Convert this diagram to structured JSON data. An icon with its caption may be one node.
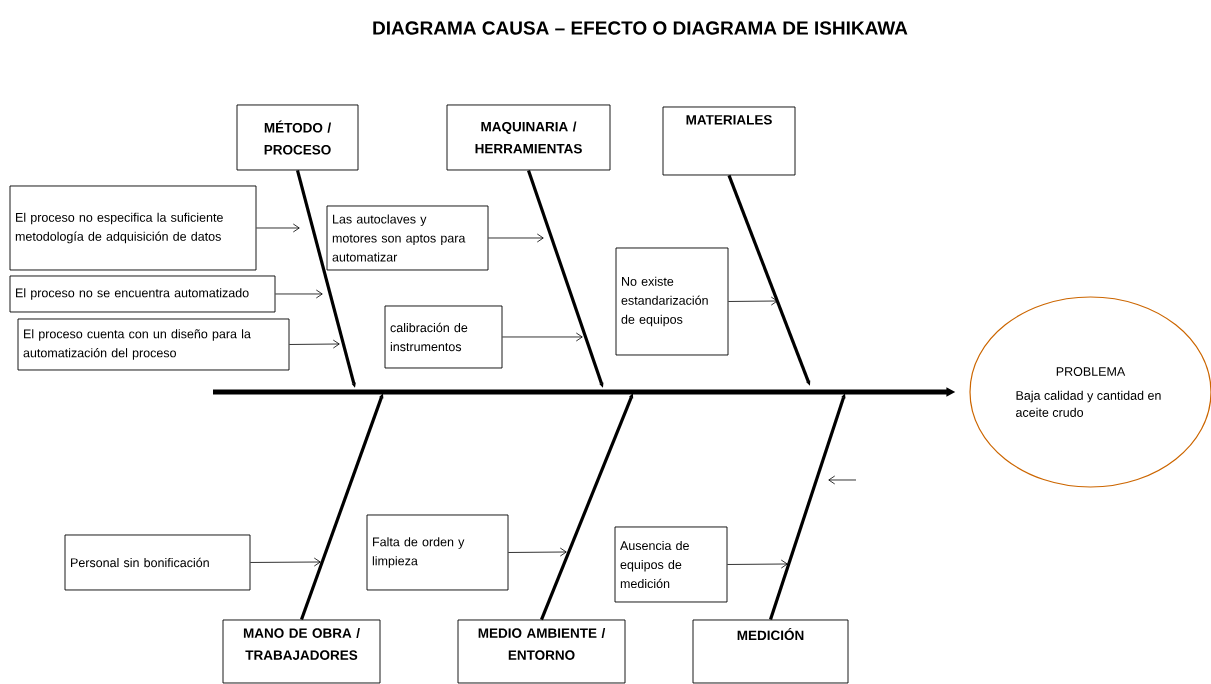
{
  "diagram": {
    "title": "DIAGRAMA CAUSA – EFECTO O DIAGRAMA DE ISHIKAWA",
    "nodes": [
      {
        "text": [
          "MÉTODO / PROCESO"
        ]
      },
      {
        "text": [
          "MAQUINARIA / HERRAMIENTAS"
        ]
      },
      {
        "text": [
          "MATERIALES"
        ]
      },
      {
        "text": [
          "El proceso no especifica la suficiente metodología de adquisición de datos"
        ]
      },
      {
        "text": [
          "El proceso no se encuentra automatizado"
        ]
      },
      {
        "text": [
          "El proceso cuenta con un diseño para la automatización del proceso"
        ]
      },
      {
        "text": [
          "Las autoclaves y motores son aptos para automatizar"
        ]
      },
      {
        "text": [
          "calibración de instrumentos"
        ]
      },
      {
        "text": [
          "No existe estandarización de equipos"
        ]
      },
      {
        "text": [
          "PROBLEMA",
          "Baja calidad y cantidad en aceite crudo"
        ]
      },
      {
        "text": [
          "Personal sin bonificación"
        ]
      },
      {
        "text": [
          "Falta de orden y limpieza"
        ]
      },
      {
        "text": [
          "Ausencia de equipos de medición"
        ]
      },
      {
        "text": [
          "MANO DE OBRA / TRABAJADORES"
        ]
      },
      {
        "text": [
          "MEDIO AMBIENTE / ENTORNO"
        ]
      },
      {
        "text": [
          "MEDICIÓN"
        ]
      }
    ],
    "edges": [
      {
        "from": null,
        "to": 9,
        "arrow": "to",
        "style": "thick"
      },
      {
        "from": 0,
        "to": null,
        "arrow": "to",
        "style": "thick"
      },
      {
        "from": 1,
        "to": null,
        "arrow": "to",
        "style": "thick"
      },
      {
        "from": 2,
        "to": null,
        "arrow": "to",
        "style": "thick"
      },
      {
        "from": 13,
        "to": null,
        "arrow": "to",
        "style": "thick"
      },
      {
        "from": 14,
        "to": null,
        "arrow": "to",
        "style": "thick"
      },
      {
        "from": 15,
        "to": null,
        "arrow": "to",
        "style": "thick"
      },
      {
        "from": 3,
        "to": null,
        "arrow": "to"
      },
      {
        "from": 4,
        "to": null,
        "arrow": "to"
      },
      {
        "from": 5,
        "to": null,
        "arrow": "to"
      },
      {
        "from": 6,
        "to": null,
        "arrow": "to"
      },
      {
        "from": 7,
        "to": null,
        "arrow": "to"
      },
      {
        "from": 8,
        "to": null,
        "arrow": "to"
      },
      {
        "from": 10,
        "to": null,
        "arrow": "to"
      },
      {
        "from": 11,
        "to": null,
        "arrow": "to"
      },
      {
        "from": 12,
        "to": null,
        "arrow": "to"
      }
    ]
  }
}
